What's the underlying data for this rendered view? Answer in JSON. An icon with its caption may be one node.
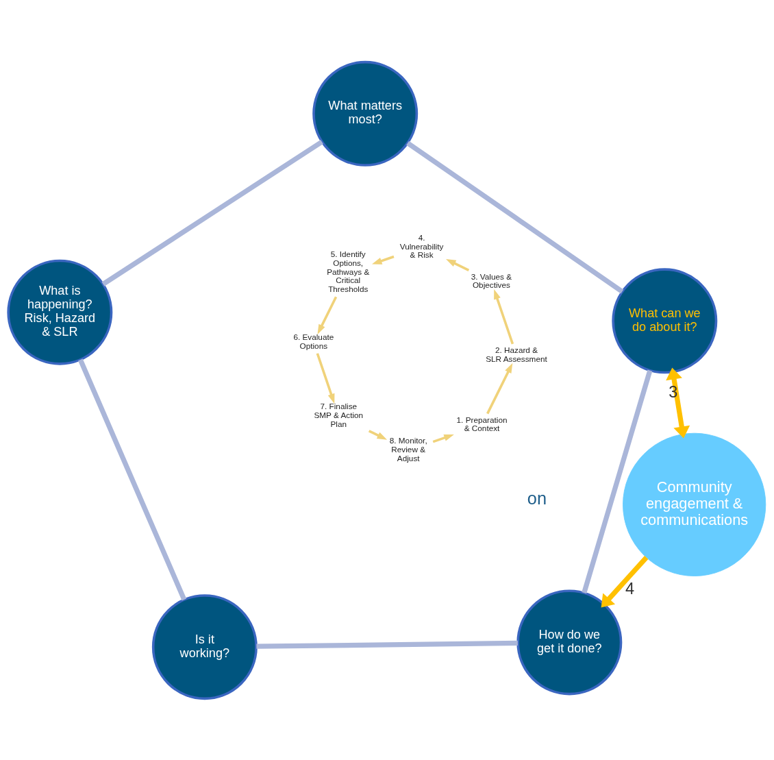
{
  "diagram": {
    "nodes": [
      {
        "text": [
          "What can we do about it?"
        ]
      },
      {
        "text": [
          "How do we get it done?"
        ]
      },
      {
        "text": [
          "Is it working?"
        ]
      },
      {
        "text": [
          "What is happening?",
          "Risk, Hazard & SLR"
        ]
      },
      {
        "text": [
          "What matters most?"
        ]
      },
      {
        "text": [
          "Community engagement & communications"
        ]
      },
      {
        "text": [
          "1. Preparation & Context"
        ]
      },
      {
        "text": [
          "2. Hazard & SLR Assessment"
        ]
      },
      {
        "text": [
          "3. Values & Objectives"
        ]
      },
      {
        "text": [
          "4. Vulnerability & Risk"
        ]
      },
      {
        "text": [
          "5. Identify Options, Pathways & Critical Thresholds"
        ]
      },
      {
        "text": [
          "6. Evaluate Options"
        ]
      },
      {
        "text": [
          "7. Finalise SMP & Action Plan"
        ]
      },
      {
        "text": [
          "8. Monitor, Review & Adjust"
        ]
      }
    ],
    "edges": [
      {
        "from": 0,
        "to": 1,
        "arrow": "none",
        "style": "thick",
        "color": "#aab6d9"
      },
      {
        "from": 1,
        "to": 2,
        "arrow": "none",
        "style": "thick",
        "color": "#aab6d9"
      },
      {
        "from": 2,
        "to": 3,
        "arrow": "none",
        "style": "thick",
        "color": "#aab6d9"
      },
      {
        "from": 3,
        "to": 4,
        "arrow": "none",
        "style": "thick",
        "color": "#aab6d9"
      },
      {
        "from": 4,
        "to": 0,
        "arrow": "none",
        "style": "thick",
        "color": "#aab6d9"
      },
      {
        "from": 6,
        "to": 7,
        "arrow": "to"
      },
      {
        "from": 7,
        "to": 8,
        "arrow": "to"
      },
      {
        "from": 8,
        "to": 9,
        "arrow": "to"
      },
      {
        "from": 9,
        "to": 10,
        "arrow": "to"
      },
      {
        "from": 10,
        "to": 11,
        "arrow": "to"
      },
      {
        "from": 11,
        "to": 12,
        "arrow": "to"
      },
      {
        "from": 12,
        "to": 13,
        "arrow": "to"
      },
      {
        "from": 13,
        "to": 6,
        "arrow": "to"
      },
      {
        "from": 0,
        "to": 5,
        "arrow": "both",
        "label": "3",
        "style": "thick",
        "color": "#ffc000"
      },
      {
        "from": 5,
        "to": 1,
        "arrow": "to",
        "label": "4",
        "style": "thick",
        "color": "#ffc000"
      }
    ],
    "labels": [
      "on"
    ]
  }
}
